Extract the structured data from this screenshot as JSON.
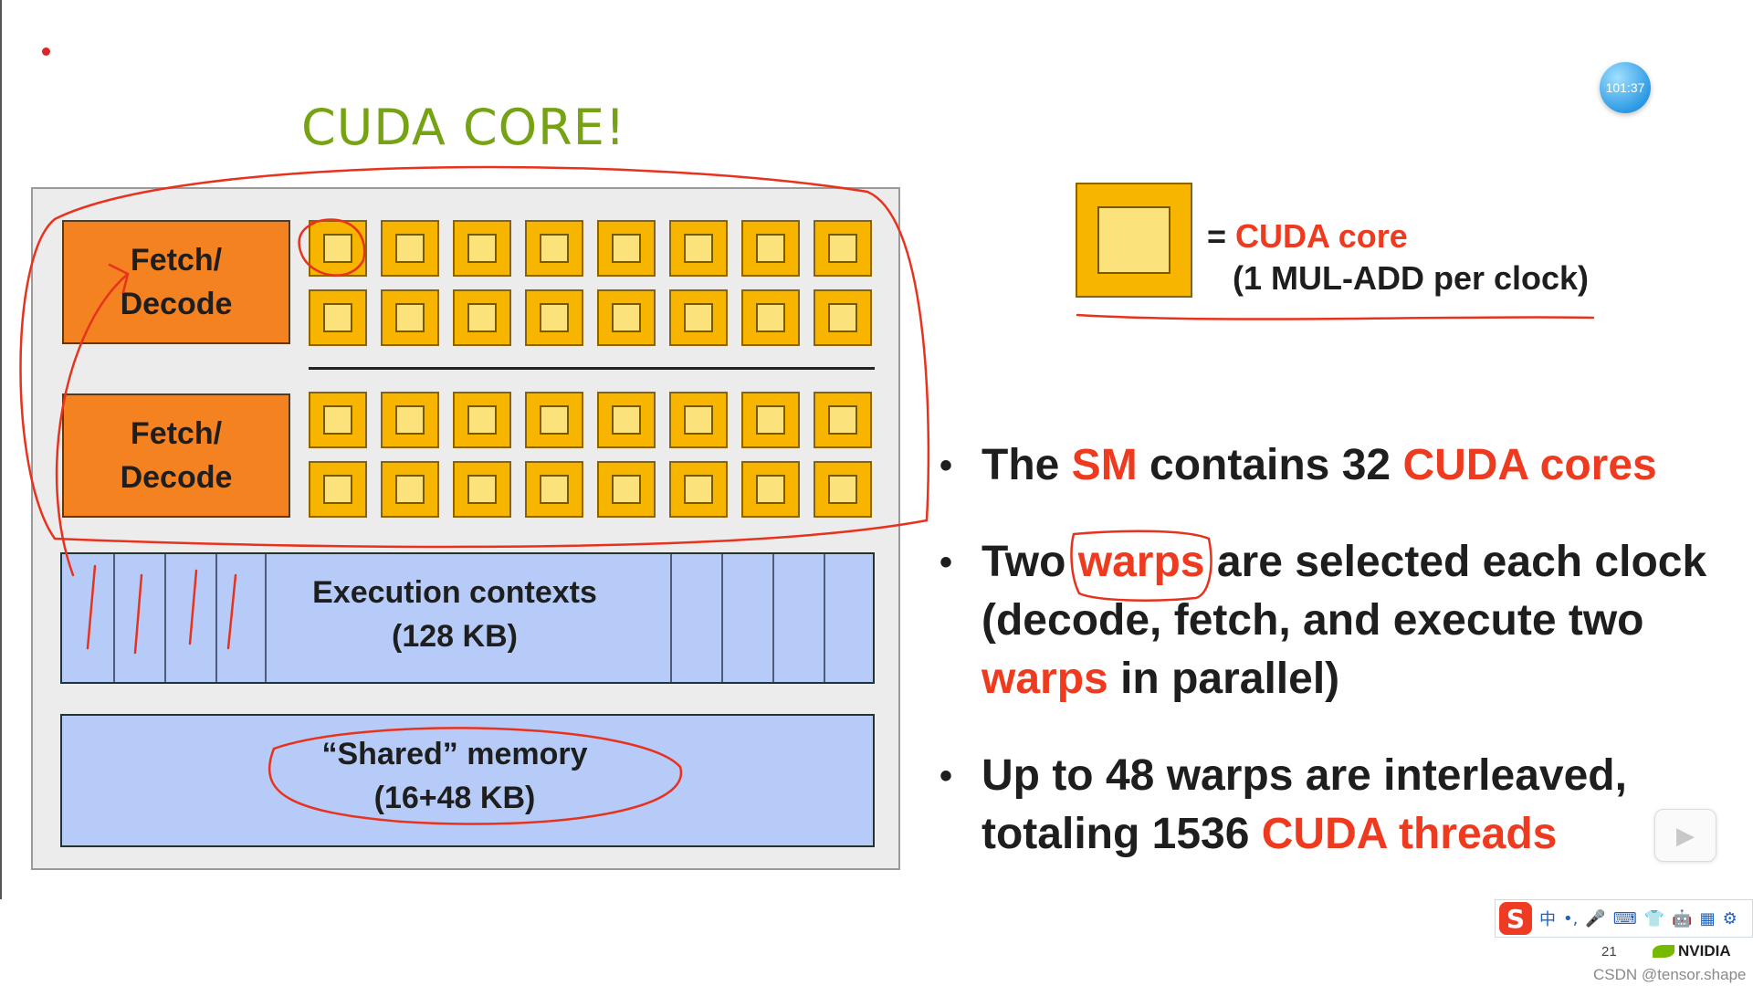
{
  "slide": {
    "title": "CUDA CORE!",
    "timer": "101:37",
    "page_number": "21",
    "brand": "NVIDIA",
    "watermark": "CSDN @tensor.shape"
  },
  "diagram": {
    "fetch_decode_label_1": "Fetch/\nDecode",
    "fetch_decode_label_2": "Fetch/\nDecode",
    "core_count_per_group": 16,
    "execution_contexts": "Execution contexts\n(128 KB)",
    "shared_memory": "“Shared” memory\n(16+48 KB)"
  },
  "legend": {
    "equals": "= ",
    "name": "CUDA core",
    "desc": "(1 MUL-ADD per clock)"
  },
  "bullets": [
    {
      "parts": [
        {
          "t": "The ",
          "red": false
        },
        {
          "t": "SM",
          "red": true
        },
        {
          "t": " contains 32 ",
          "red": false
        },
        {
          "t": "CUDA cores",
          "red": true
        }
      ]
    },
    {
      "parts": [
        {
          "t": "Two ",
          "red": false
        },
        {
          "t": "warps",
          "red": true
        },
        {
          "t": " are selected each clock",
          "red": false
        }
      ],
      "line2": [
        {
          "t": "(decode, fetch, and execute two",
          "red": false
        }
      ],
      "line3": [
        {
          "t": "warps",
          "red": true
        },
        {
          "t": " in parallel)",
          "red": false
        }
      ]
    },
    {
      "parts": [
        {
          "t": "Up to 48 warps are interleaved,",
          "red": false
        }
      ],
      "line2": [
        {
          "t": "totaling 1536 ",
          "red": false
        },
        {
          "t": "CUDA threads",
          "red": true
        }
      ]
    }
  ],
  "ime_toolbar": {
    "logo": "S",
    "icons": [
      "中",
      "•,",
      "🎤",
      "⌨",
      "👕",
      "🤖",
      "▦",
      "⚙"
    ]
  },
  "colors": {
    "title_green": "#76a313",
    "accent_red": "#ee3a1e",
    "core_yellow": "#f7b500",
    "fetch_orange": "#f58220",
    "memory_blue": "#b6cbf7"
  }
}
